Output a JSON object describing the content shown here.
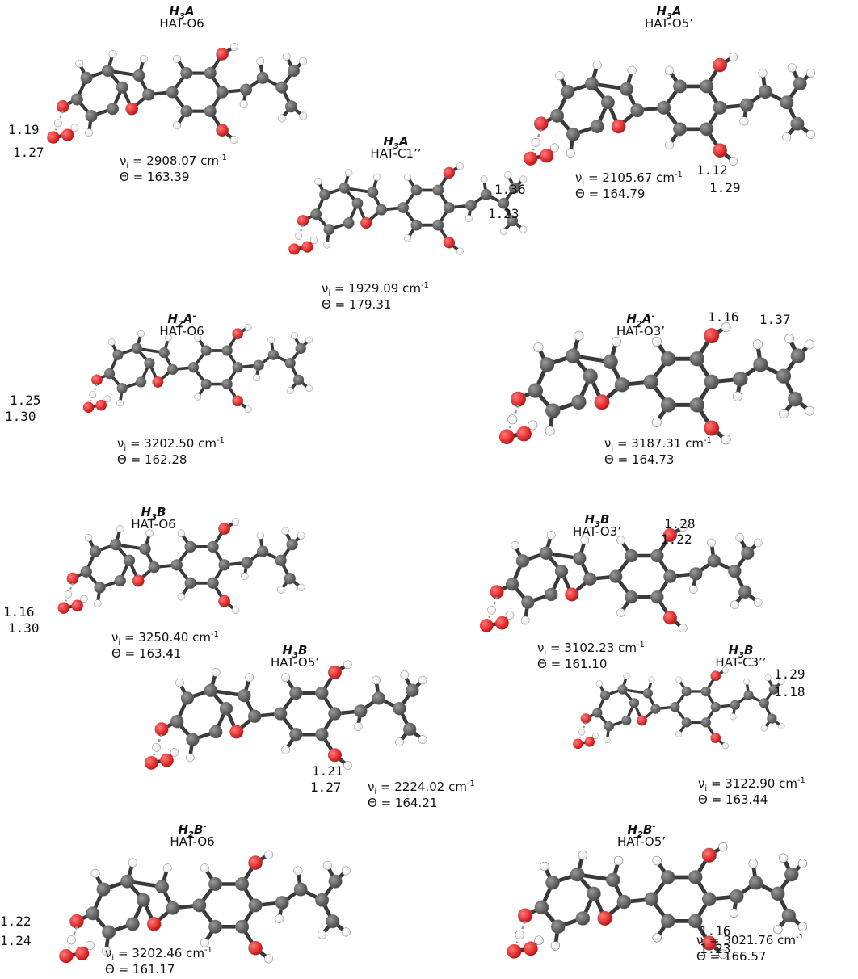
{
  "panels": [
    {
      "id": "p1",
      "species_main": "H",
      "species_sub": "3",
      "species_letter": "A",
      "species_sup": "",
      "site": "HAT-O6",
      "freq_value": "2908.07",
      "freq_unit": "cm",
      "freq_exp": "-1",
      "theta": "163.39",
      "dist1": "1.19",
      "dist2": "1.27"
    },
    {
      "id": "p2",
      "species_main": "H",
      "species_sub": "3",
      "species_letter": "A",
      "species_sup": "",
      "site": "HAT-O5’",
      "freq_value": "2105.67",
      "freq_unit": "cm",
      "freq_exp": "-1",
      "theta": "164.79",
      "dist1": "1.12",
      "dist2": "1.29"
    },
    {
      "id": "p3",
      "species_main": "H",
      "species_sub": "3",
      "species_letter": "A",
      "species_sup": "",
      "site": "HAT-C1’’",
      "freq_value": "1929.09",
      "freq_unit": "cm",
      "freq_exp": "-1",
      "theta": "179.31",
      "dist1": "1.36",
      "dist2": "1.23"
    },
    {
      "id": "p4",
      "species_main": "H",
      "species_sub": "2",
      "species_letter": "A",
      "species_sup": "-",
      "site": "HAT-O6",
      "freq_value": "3202.50",
      "freq_unit": "cm",
      "freq_exp": "-1",
      "theta": "162.28",
      "dist1": "1.25",
      "dist2": "1.30"
    },
    {
      "id": "p5",
      "species_main": "H",
      "species_sub": "2",
      "species_letter": "A",
      "species_sup": "-",
      "site": "HAT-O3’",
      "freq_value": "3187.31",
      "freq_unit": "cm",
      "freq_exp": "-1",
      "theta": "164.73",
      "dist1": "1.16",
      "dist2": "1.37"
    },
    {
      "id": "p6",
      "species_main": "H",
      "species_sub": "3",
      "species_letter": "B",
      "species_sup": "",
      "site": "HAT-O6",
      "freq_value": "3250.40",
      "freq_unit": "cm",
      "freq_exp": "-1",
      "theta": "163.41",
      "dist1": "1.16",
      "dist2": "1.30"
    },
    {
      "id": "p7",
      "species_main": "H",
      "species_sub": "3",
      "species_letter": "B",
      "species_sup": "",
      "site": "HAT-O3’",
      "freq_value": "3102.23",
      "freq_unit": "cm",
      "freq_exp": "-1",
      "theta": "161.10",
      "dist1": "1.28",
      "dist2": "1.22"
    },
    {
      "id": "p8",
      "species_main": "H",
      "species_sub": "3",
      "species_letter": "B",
      "species_sup": "",
      "site": "HAT-O5’",
      "freq_value": "2224.02",
      "freq_unit": "cm",
      "freq_exp": "-1",
      "theta": "164.21",
      "dist1": "1.21",
      "dist2": "1.27"
    },
    {
      "id": "p9",
      "species_main": "H",
      "species_sub": "3",
      "species_letter": "B",
      "species_sup": "",
      "site": "HAT-C3’’",
      "freq_value": "3122.90",
      "freq_unit": "cm",
      "freq_exp": "-1",
      "theta": "163.44",
      "dist1": "1.29",
      "dist2": "1.18"
    },
    {
      "id": "p10",
      "species_main": "H",
      "species_sub": "2",
      "species_letter": "B",
      "species_sup": "-",
      "site": "HAT-O6",
      "freq_value": "3202.46",
      "freq_unit": "cm",
      "freq_exp": "-1",
      "theta": "161.17",
      "dist1": "1.22",
      "dist2": "1.24"
    },
    {
      "id": "p11",
      "species_main": "H",
      "species_sub": "2",
      "species_letter": "B",
      "species_sup": "-",
      "site": "HAT-O5’",
      "freq_value": "3021.76",
      "freq_unit": "cm",
      "freq_exp": "-1",
      "theta": "166.57",
      "dist1": "1.16",
      "dist2": "1.23"
    }
  ],
  "labels": {
    "freq_symbol": "ν",
    "freq_symbol_sub": "i",
    "equals": " = ",
    "theta_symbol": "Θ"
  },
  "colors": {
    "carbon": "#4a4a4a",
    "oxygen": "#d01010",
    "hydrogen": "#e8e8e8",
    "bond": "#3a3a3a"
  }
}
